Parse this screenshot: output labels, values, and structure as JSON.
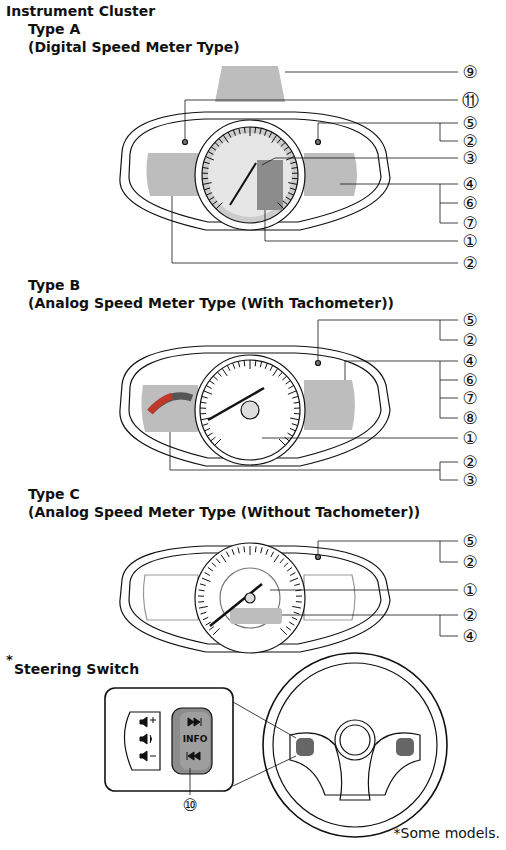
{
  "diagram": {
    "title": "Instrument Cluster",
    "labels": [
      "Type A",
      "(Digital Speed Meter Type)",
      "⑨",
      "⑪",
      "⑤",
      "②",
      "③",
      "④",
      "⑥",
      "⑦",
      "①",
      "②",
      "Type B",
      "(Analog Speed Meter Type (With Tachometer))",
      "⑤",
      "②",
      "④",
      "⑥",
      "⑦",
      "⑧",
      "①",
      "②",
      "③",
      "Type C",
      "(Analog Speed Meter Type (Without Tachometer))",
      "⑤",
      "②",
      "①",
      "②",
      "④",
      "*",
      "Steering Switch",
      "INFO",
      "⑩",
      "*Some models."
    ]
  }
}
